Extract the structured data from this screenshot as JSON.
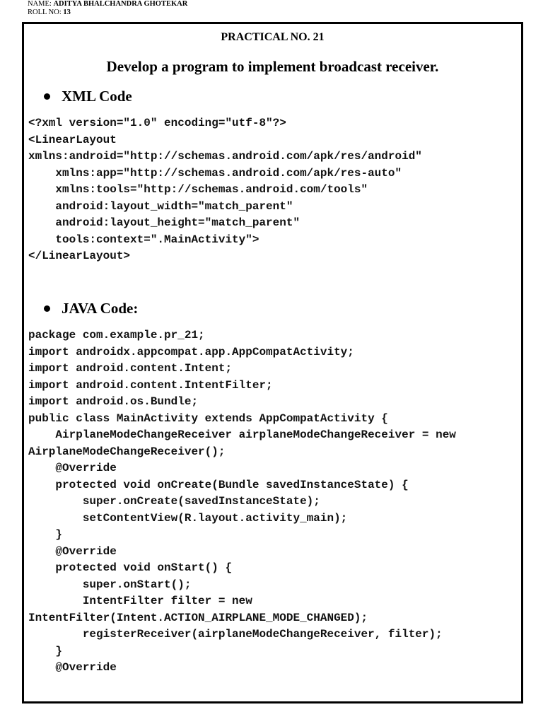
{
  "header": {
    "name_label": "NAME: ",
    "name": "ADITYA BHALCHANDRA GHOTEKAR",
    "roll_label": "ROLL NO: ",
    "roll": "13"
  },
  "practical": "PRACTICAL NO. 21",
  "title": "Develop a program to implement broadcast receiver.",
  "sections": {
    "xml": {
      "heading": "XML Code",
      "code": "<?xml version=\"1.0\" encoding=\"utf-8\"?>\n<LinearLayout\nxmlns:android=\"http://schemas.android.com/apk/res/android\"\n    xmlns:app=\"http://schemas.android.com/apk/res-auto\"\n    xmlns:tools=\"http://schemas.android.com/tools\"\n    android:layout_width=\"match_parent\"\n    android:layout_height=\"match_parent\"\n    tools:context=\".MainActivity\">\n</LinearLayout>"
    },
    "java": {
      "heading": "JAVA Code:",
      "code": "package com.example.pr_21;\nimport androidx.appcompat.app.AppCompatActivity;\nimport android.content.Intent;\nimport android.content.IntentFilter;\nimport android.os.Bundle;\npublic class MainActivity extends AppCompatActivity {\n    AirplaneModeChangeReceiver airplaneModeChangeReceiver = new\nAirplaneModeChangeReceiver();\n    @Override\n    protected void onCreate(Bundle savedInstanceState) {\n        super.onCreate(savedInstanceState);\n        setContentView(R.layout.activity_main);\n    }\n    @Override\n    protected void onStart() {\n        super.onStart();\n        IntentFilter filter = new\nIntentFilter(Intent.ACTION_AIRPLANE_MODE_CHANGED);\n        registerReceiver(airplaneModeChangeReceiver, filter);\n    }\n    @Override"
    }
  }
}
